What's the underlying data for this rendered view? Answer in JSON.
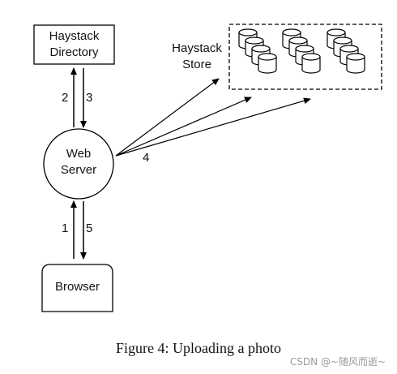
{
  "nodes": {
    "directory": {
      "line1": "Haystack",
      "line2": "Directory"
    },
    "web_server": {
      "line1": "Web",
      "line2": "Server"
    },
    "browser": {
      "label": "Browser"
    },
    "store": {
      "line1": "Haystack",
      "line2": "Store"
    }
  },
  "edge_labels": {
    "e2": "2",
    "e3": "3",
    "e1": "1",
    "e5": "5",
    "e4": "4"
  },
  "caption": "Figure 4: Uploading a photo",
  "watermark": "CSDN @~随风而逝~"
}
